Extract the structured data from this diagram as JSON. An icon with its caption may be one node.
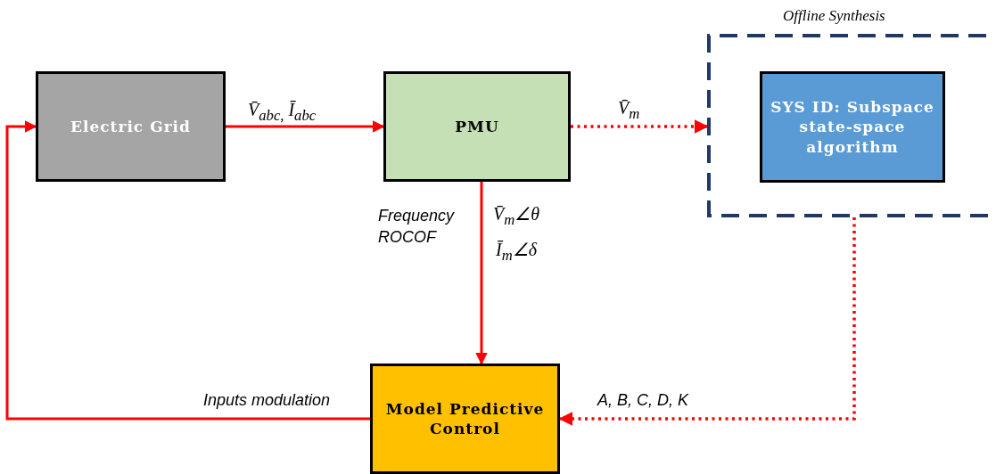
{
  "diagram": {
    "nodes": [
      {
        "text": [
          "Electric Grid"
        ]
      },
      {
        "text": [
          "PMU"
        ]
      },
      {
        "text": [
          "Offline Synthesis"
        ]
      },
      {
        "text": [
          "SYS ID: Subspace state-space algorithm"
        ],
        "in": 2
      },
      {
        "text": [
          "Model Predictive Control"
        ]
      }
    ],
    "edges": [
      {
        "from": 0,
        "to": 1,
        "arrow": "to",
        "label": "V̄$_{abc,}$ Ī$_{abc}$"
      },
      {
        "from": 1,
        "to": 2,
        "arrow": "to",
        "label": "V̄$_{m}$",
        "style": "dashed"
      },
      {
        "from": 1,
        "to": 4,
        "arrow": "to",
        "label": "Frequency ROCOF"
      },
      {
        "from": 2,
        "to": 4,
        "arrow": "to",
        "label": "A, B, C, D, K",
        "style": "dashed"
      },
      {
        "from": 4,
        "to": 0,
        "arrow": "to",
        "label": "Inputs modulation"
      }
    ],
    "labels": [
      "V̄$_{m}$∠θ",
      "Ī$_{m}$∠δ"
    ]
  }
}
